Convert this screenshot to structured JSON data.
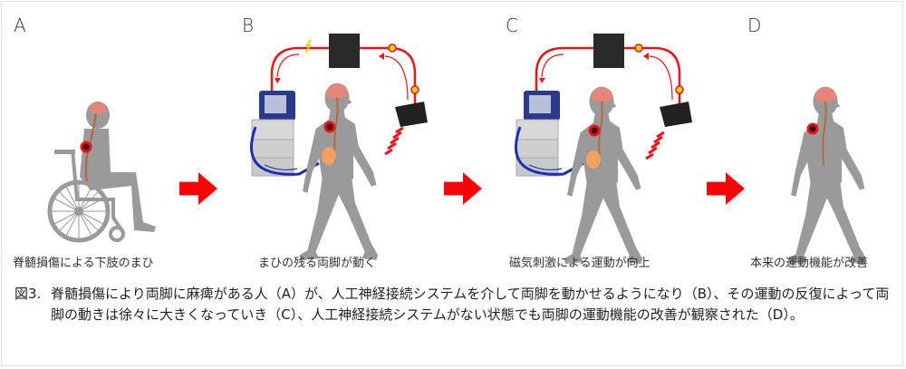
{
  "panels": [
    {
      "letter": "A",
      "caption": "脊髄損傷による下肢のまひ"
    },
    {
      "letter": "B",
      "caption": "まひの残る両脚が動く"
    },
    {
      "letter": "C",
      "caption": "磁気刺激による運動が向上"
    },
    {
      "letter": "D",
      "caption": "本来の運動機能が改善"
    }
  ],
  "figure_caption": {
    "number": "図3.",
    "text": "脊髄損傷により両脚に麻痺がある人（A）が、人工神経接続システムを介して両脚を動かせるようになり（B）、その運動の反復によって両脚の動きは徐々に大きくなっていき（C）、人工神経接続システムがない状態でも両脚の運動機能の改善が観察された（D）。"
  },
  "colors": {
    "silhouette": "#9a9a9a",
    "brain": "#e8857a",
    "spine": "#b5643f",
    "signal_red": "#e8151b",
    "signal_blue": "#1a2eb5",
    "arrow": "#ff0000"
  }
}
